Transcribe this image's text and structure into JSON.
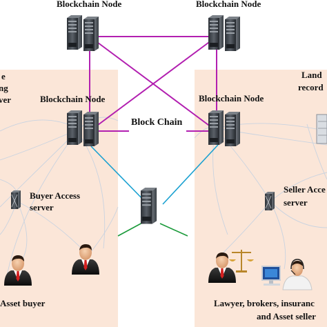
{
  "nodes": {
    "top_left": "Blockchain Node",
    "top_right": "Blockchain Node",
    "mid_left": "Blockchain Node",
    "mid_right": "Blockchain Node"
  },
  "chain_label": "Block Chain",
  "left_panel": {
    "cut_label_line1": "e",
    "cut_label_line2": "ng",
    "cut_label_line3": "ver",
    "access_server_line1": "Buyer Access",
    "access_server_line2": "server",
    "bottom_label": "Asset buyer"
  },
  "right_panel": {
    "records_line1": "Land",
    "records_line2": "record",
    "access_server_line1": "Seller Acce",
    "access_server_line2": "server",
    "bottom_label_line1": "Lawyer, brokers, insuranc",
    "bottom_label_line2": "and Asset seller"
  },
  "colors": {
    "panel_fill": "#fbe6d8",
    "chain_links": "#b21fb0",
    "blue_links": "#1aa1d1",
    "green_links": "#1a9a3a",
    "mesh_lines": "#c9d3e0"
  }
}
